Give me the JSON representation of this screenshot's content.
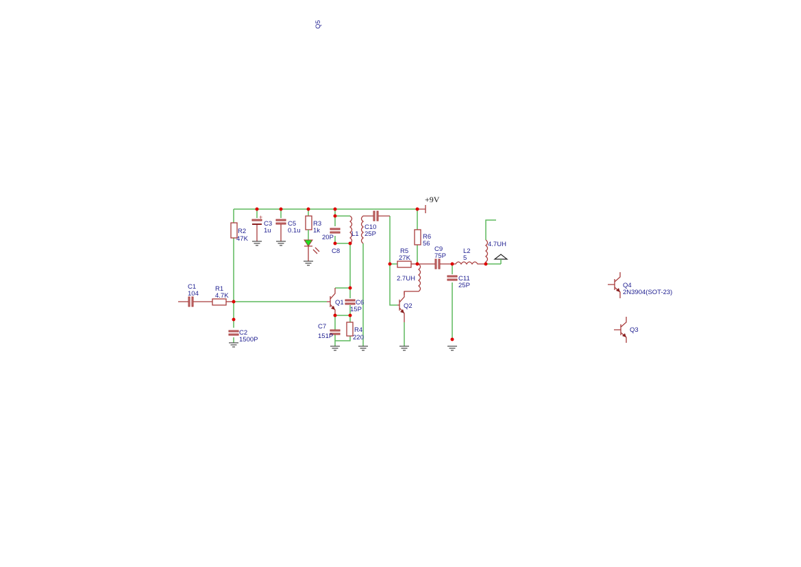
{
  "supply": {
    "label": "+9V"
  },
  "components": {
    "c1": {
      "ref": "C1",
      "value": "104"
    },
    "r1": {
      "ref": "R1",
      "value": "4.7K"
    },
    "r2": {
      "ref": "R2",
      "value": "47K"
    },
    "c2": {
      "ref": "C2",
      "value": "1500P"
    },
    "c3": {
      "ref": "C3",
      "value": "1u"
    },
    "c5": {
      "ref": "C5",
      "value": "0.1u"
    },
    "r3": {
      "ref": "R3",
      "value": "1k"
    },
    "c8": {
      "ref": "C8",
      "value": "20P"
    },
    "l1": {
      "ref": "L1"
    },
    "c10": {
      "ref": "C10",
      "value": "25P"
    },
    "q1": {
      "ref": "Q1"
    },
    "c6": {
      "ref": "C6",
      "value": "15P"
    },
    "c7": {
      "ref": "C7",
      "value": "151P"
    },
    "r4": {
      "ref": "R4",
      "value": "220"
    },
    "r5": {
      "ref": "R5",
      "value": "27K"
    },
    "r6": {
      "ref": "R6",
      "value": "56"
    },
    "l3": {
      "value": "2.7UH"
    },
    "q2": {
      "ref": "Q2"
    },
    "c9": {
      "ref": "C9",
      "value": "75P"
    },
    "l2": {
      "ref": "L2",
      "value": "5"
    },
    "c11": {
      "ref": "C11",
      "value": "25P"
    },
    "l4": {
      "value": "4.7UH"
    },
    "q4": {
      "ref": "Q4",
      "value": "2N3904(SOT-23)"
    },
    "q3": {
      "ref": "Q3"
    },
    "q5": {
      "ref": "Q5"
    }
  },
  "colors": {
    "wire": "#5cb85c",
    "component": "#a83a3a",
    "junction": "#dd0000",
    "label": "#1c1c8f",
    "led": "#22dd22"
  }
}
